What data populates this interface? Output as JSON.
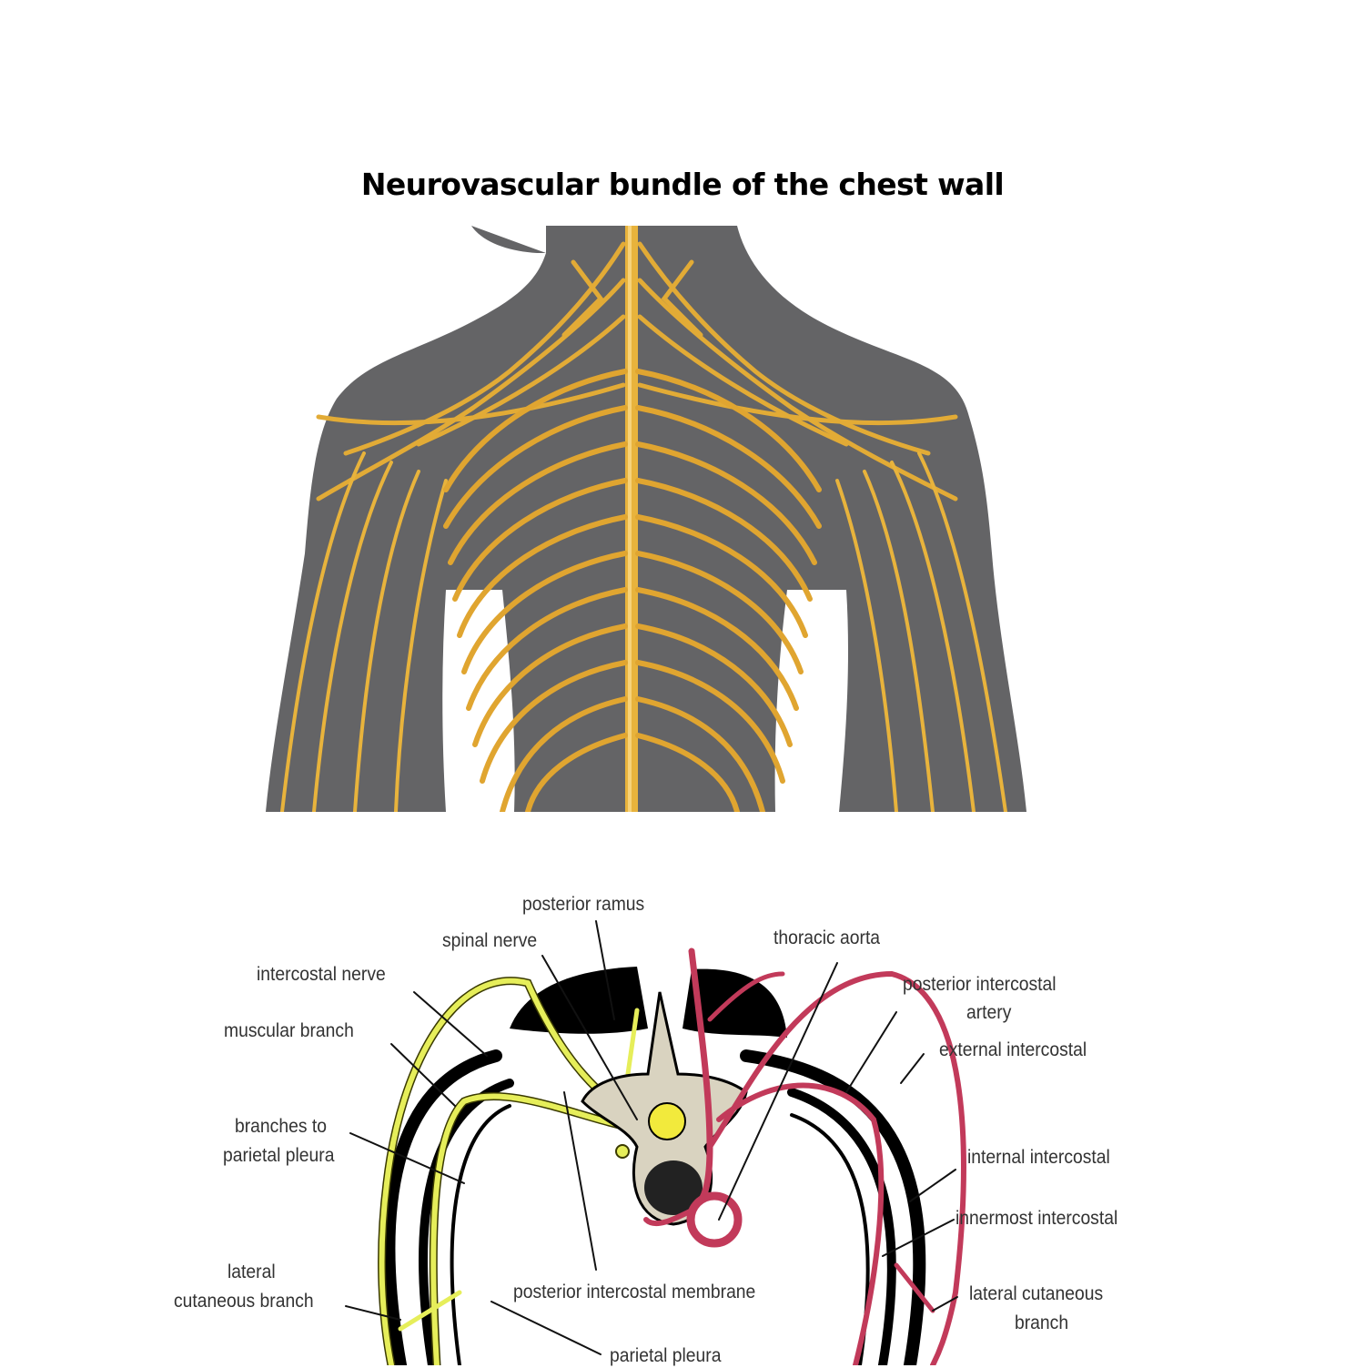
{
  "title": "Neurovascular bundle of the chest wall",
  "figure_top": {
    "description": "Posterior view of human torso silhouette with spinal cord and intercostal nerves",
    "colors": {
      "silhouette": "#646466",
      "nerve": "#e8b33c",
      "nerve_highlight": "#f6d27a",
      "background": "#ffffff"
    }
  },
  "figure_bottom": {
    "description": "Cross-section of thoracic wall showing intercostal nerve (left, yellow) and posterior intercostal artery (right, red)",
    "colors": {
      "nerve": "#e6ee5a",
      "artery": "#c23a5a",
      "muscle": "#000000",
      "bone": "#d9d3c0"
    },
    "labels": {
      "posterior_ramus": "posterior ramus",
      "spinal_nerve": "spinal nerve",
      "intercostal_nerve": "intercostal nerve",
      "muscular_branch": "muscular branch",
      "branches_to_parietal_pleura_1": "branches to",
      "branches_to_parietal_pleura_2": "parietal pleura",
      "lateral_cutaneous_branch_left_1": "lateral",
      "lateral_cutaneous_branch_left_2": "cutaneous branch",
      "thoracic_aorta": "thoracic aorta",
      "posterior_intercostal_artery_1": "posterior intercostal",
      "posterior_intercostal_artery_2": "artery",
      "external_intercostal": "external intercostal",
      "internal_intercostal": "internal intercostal",
      "innermost_intercostal": "innermost intercostal",
      "lateral_cutaneous_branch_right_1": "lateral cutaneous",
      "lateral_cutaneous_branch_right_2": "branch",
      "posterior_intercostal_membrane": "posterior intercostal membrane",
      "parietal_pleura": "parietal pleura"
    }
  }
}
